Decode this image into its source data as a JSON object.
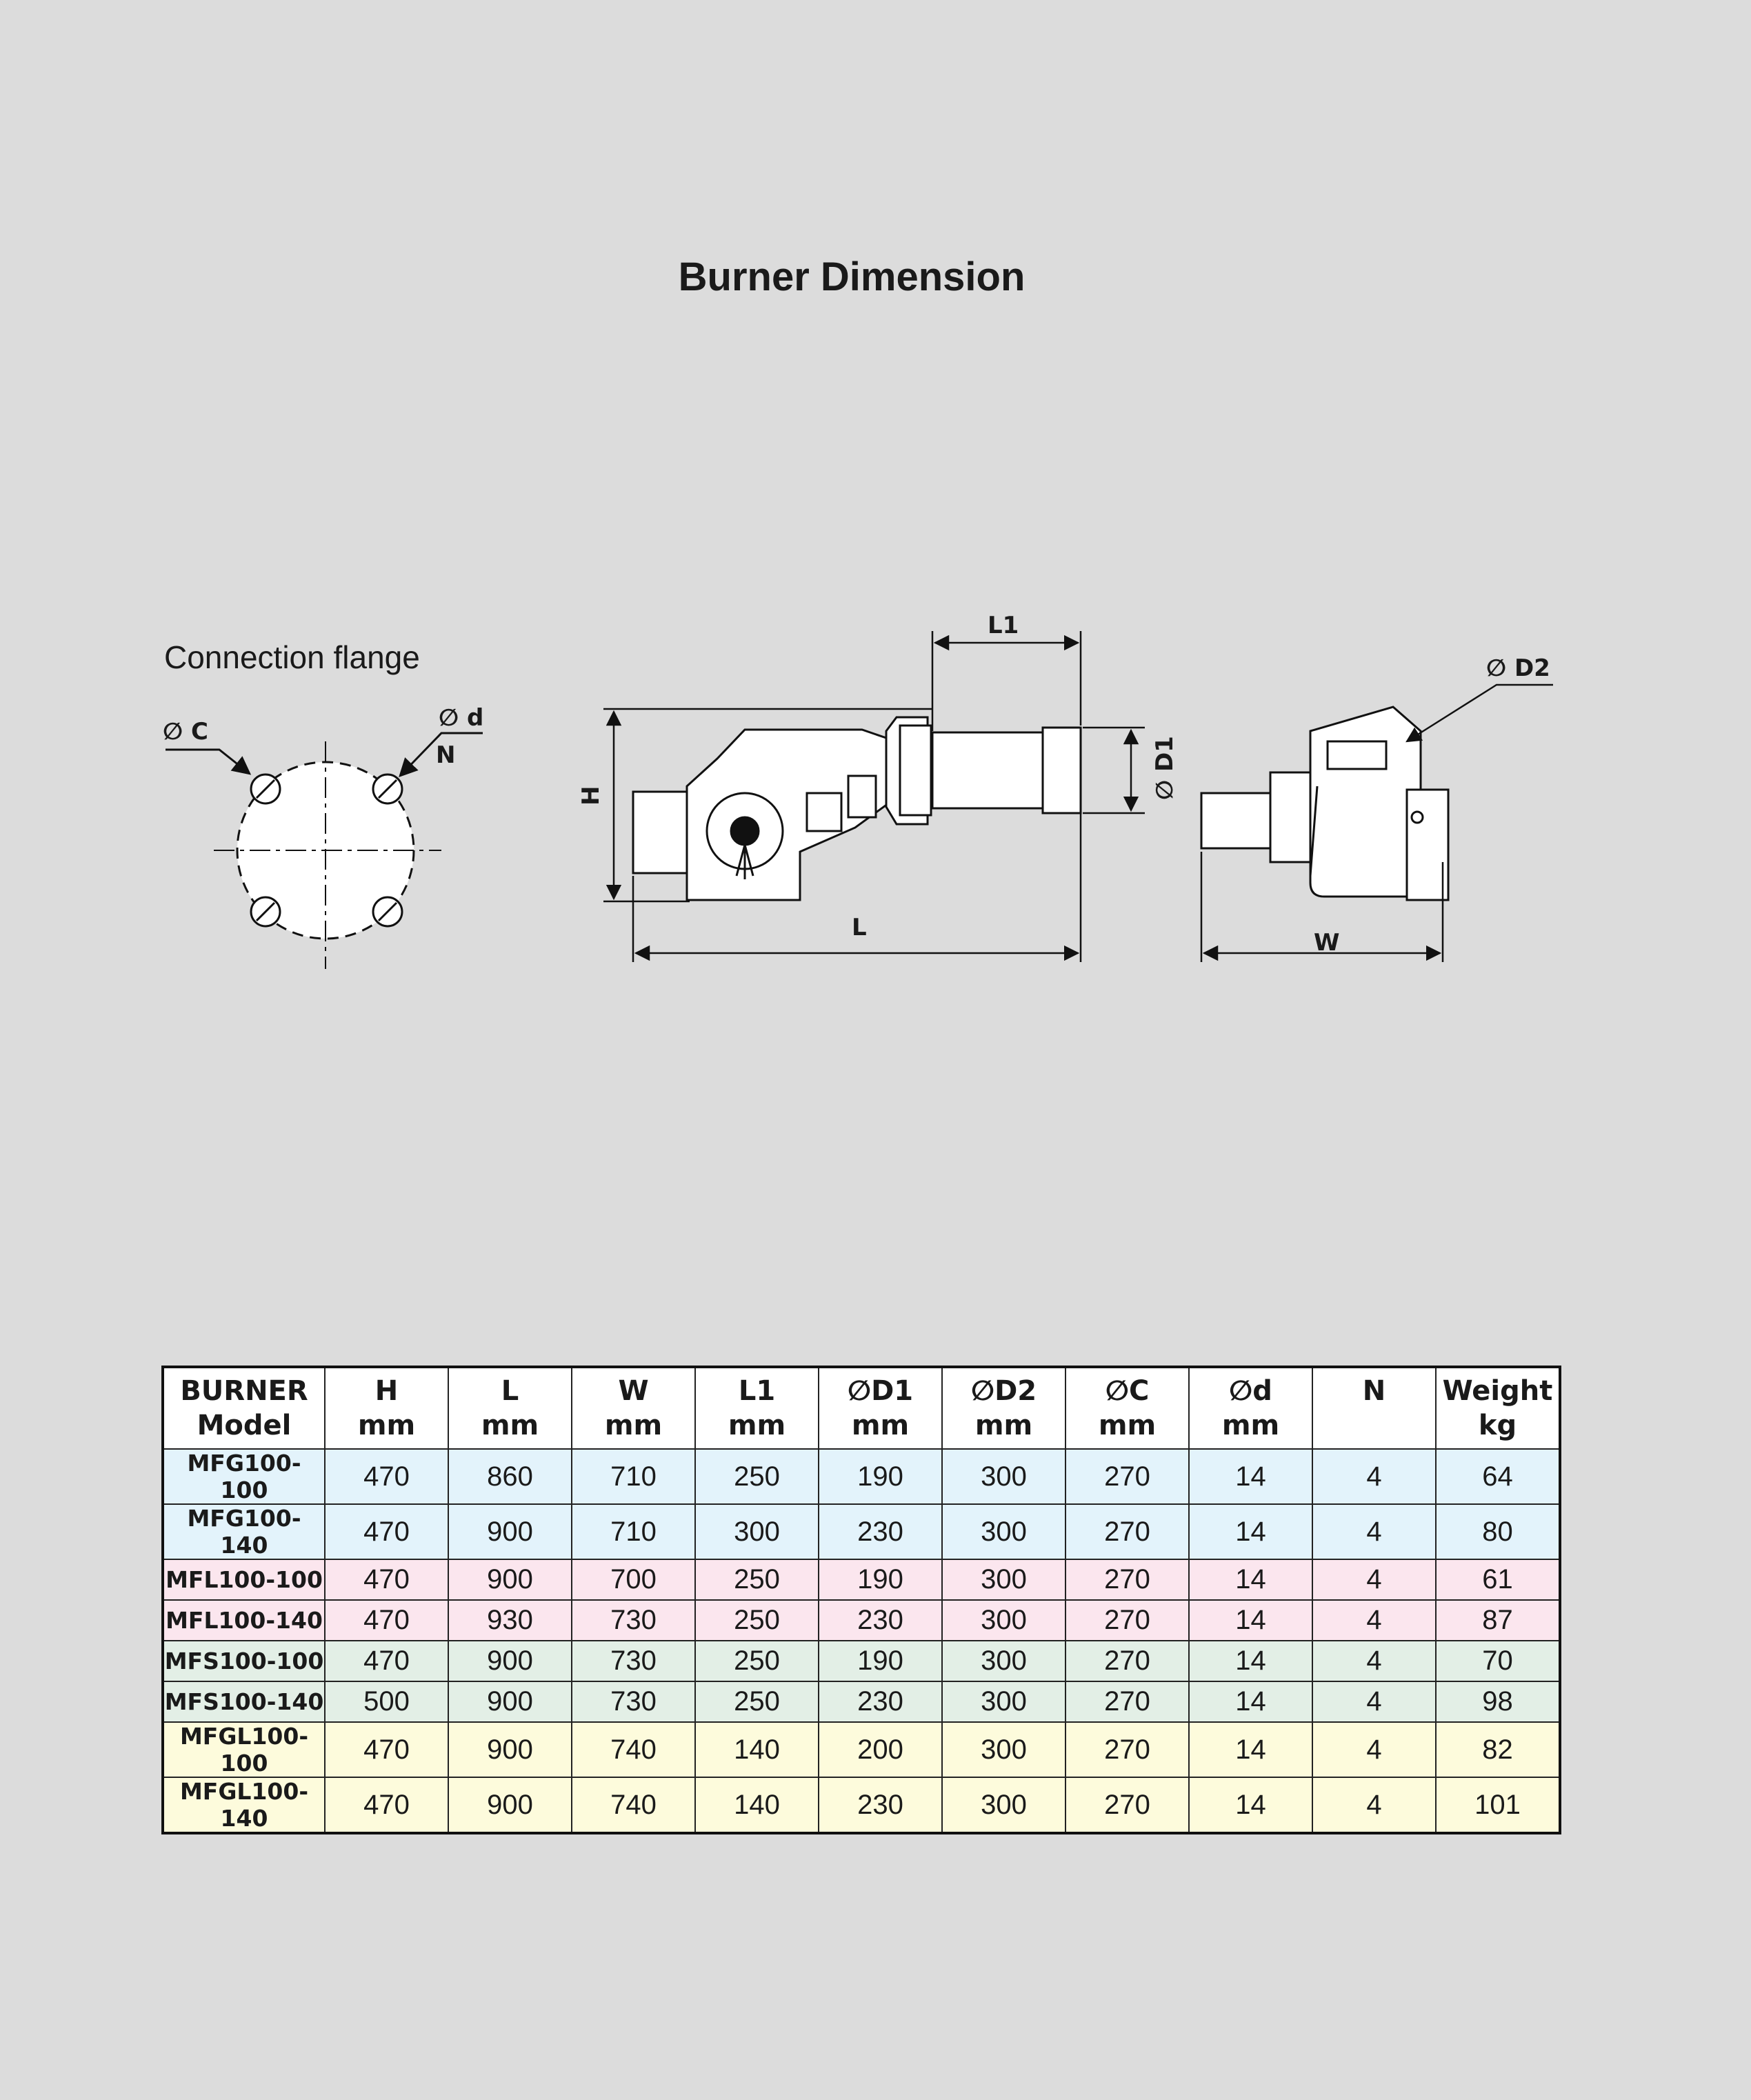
{
  "title": "Burner Dimension",
  "flange_label": "Connection flange",
  "drawing_labels": {
    "c": "∅ C",
    "d": "∅ d",
    "n": "N",
    "h": "H",
    "l": "L",
    "l1": "L1",
    "d1": "∅ D1",
    "d2": "∅ D2",
    "w": "W"
  },
  "table": {
    "headers": [
      [
        "BURNER",
        "Model"
      ],
      [
        "H",
        "mm"
      ],
      [
        "L",
        "mm"
      ],
      [
        "W",
        "mm"
      ],
      [
        "L1",
        "mm"
      ],
      [
        "∅D1",
        "mm"
      ],
      [
        "∅D2",
        "mm"
      ],
      [
        "∅C",
        "mm"
      ],
      [
        "∅d",
        "mm"
      ],
      [
        "N",
        ""
      ],
      [
        "Weight",
        "kg"
      ]
    ],
    "rows": [
      [
        "MFG100-100",
        "470",
        "860",
        "710",
        "250",
        "190",
        "300",
        "270",
        "14",
        "4",
        "64"
      ],
      [
        "MFG100-140",
        "470",
        "900",
        "710",
        "300",
        "230",
        "300",
        "270",
        "14",
        "4",
        "80"
      ],
      [
        "MFL100-100",
        "470",
        "900",
        "700",
        "250",
        "190",
        "300",
        "270",
        "14",
        "4",
        "61"
      ],
      [
        "MFL100-140",
        "470",
        "930",
        "730",
        "250",
        "230",
        "300",
        "270",
        "14",
        "4",
        "87"
      ],
      [
        "MFS100-100",
        "470",
        "900",
        "730",
        "250",
        "190",
        "300",
        "270",
        "14",
        "4",
        "70"
      ],
      [
        "MFS100-140",
        "500",
        "900",
        "730",
        "250",
        "230",
        "300",
        "270",
        "14",
        "4",
        "98"
      ],
      [
        "MFGL100-100",
        "470",
        "900",
        "740",
        "140",
        "200",
        "300",
        "270",
        "14",
        "4",
        "82"
      ],
      [
        "MFGL100-140",
        "470",
        "900",
        "740",
        "140",
        "230",
        "300",
        "270",
        "14",
        "4",
        "101"
      ]
    ]
  },
  "colors": {
    "background": "#dcdcdc",
    "row_blue": "#e3f3fb",
    "row_pink": "#fbe6ee",
    "row_green": "#e3efe6",
    "row_yellow": "#fdfbdc"
  }
}
